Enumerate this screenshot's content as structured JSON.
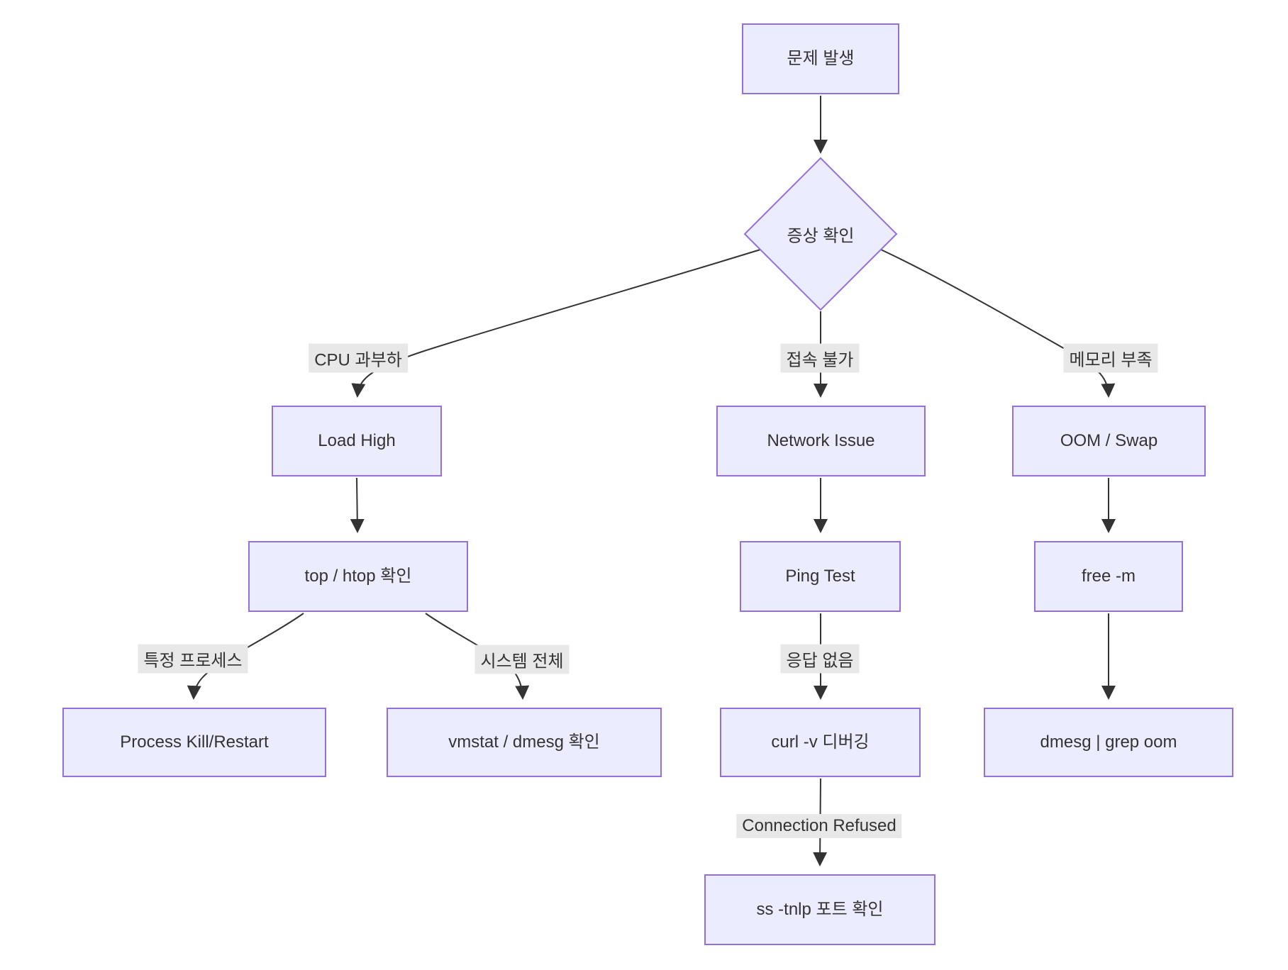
{
  "diagram": {
    "type": "flowchart",
    "direction": "top-down",
    "colors": {
      "node-fill": "#ECECFF",
      "node-border": "#9370DB",
      "node-text": "#333333",
      "edge-color": "#333333",
      "edge-label-bg": "#e8e8e8",
      "edge-label-text": "#333333",
      "background": "#ffffff"
    },
    "nodes": {
      "start": {
        "label": "문제 발생",
        "shape": "rect"
      },
      "symptom_check": {
        "label": "증상 확인",
        "shape": "diamond"
      },
      "load_high": {
        "label": "Load High",
        "shape": "rect"
      },
      "network_issue": {
        "label": "Network Issue",
        "shape": "rect"
      },
      "oom_swap": {
        "label": "OOM / Swap",
        "shape": "rect"
      },
      "top_htop": {
        "label": "top / htop 확인",
        "shape": "rect"
      },
      "ping_test": {
        "label": "Ping Test",
        "shape": "rect"
      },
      "free_m": {
        "label": "free -m",
        "shape": "rect"
      },
      "process_kill_restart": {
        "label": "Process Kill/Restart",
        "shape": "rect"
      },
      "vmstat_dmesg": {
        "label": "vmstat / dmesg 확인",
        "shape": "rect"
      },
      "curl_debug": {
        "label": "curl -v 디버깅",
        "shape": "rect"
      },
      "dmesg_grep_oom": {
        "label": "dmesg | grep oom",
        "shape": "rect"
      },
      "ss_tnlp": {
        "label": "ss -tnlp 포트 확인",
        "shape": "rect"
      }
    },
    "edge_labels": {
      "cpu_overload": "CPU 과부하",
      "connection_fail": "접속 불가",
      "memory_shortage": "메모리 부족",
      "specific_process": "특정 프로세스",
      "whole_system": "시스템 전체",
      "no_response": "응답 없음",
      "connection_refused": "Connection Refused"
    },
    "edges": [
      {
        "from": "start",
        "to": "symptom_check",
        "label": ""
      },
      {
        "from": "symptom_check",
        "to": "load_high",
        "label": "CPU 과부하"
      },
      {
        "from": "symptom_check",
        "to": "network_issue",
        "label": "접속 불가"
      },
      {
        "from": "symptom_check",
        "to": "oom_swap",
        "label": "메모리 부족"
      },
      {
        "from": "load_high",
        "to": "top_htop",
        "label": ""
      },
      {
        "from": "top_htop",
        "to": "process_kill_restart",
        "label": "특정 프로세스"
      },
      {
        "from": "top_htop",
        "to": "vmstat_dmesg",
        "label": "시스템 전체"
      },
      {
        "from": "network_issue",
        "to": "ping_test",
        "label": ""
      },
      {
        "from": "ping_test",
        "to": "curl_debug",
        "label": "응답 없음"
      },
      {
        "from": "curl_debug",
        "to": "ss_tnlp",
        "label": "Connection Refused"
      },
      {
        "from": "oom_swap",
        "to": "free_m",
        "label": ""
      },
      {
        "from": "free_m",
        "to": "dmesg_grep_oom",
        "label": ""
      }
    ]
  }
}
